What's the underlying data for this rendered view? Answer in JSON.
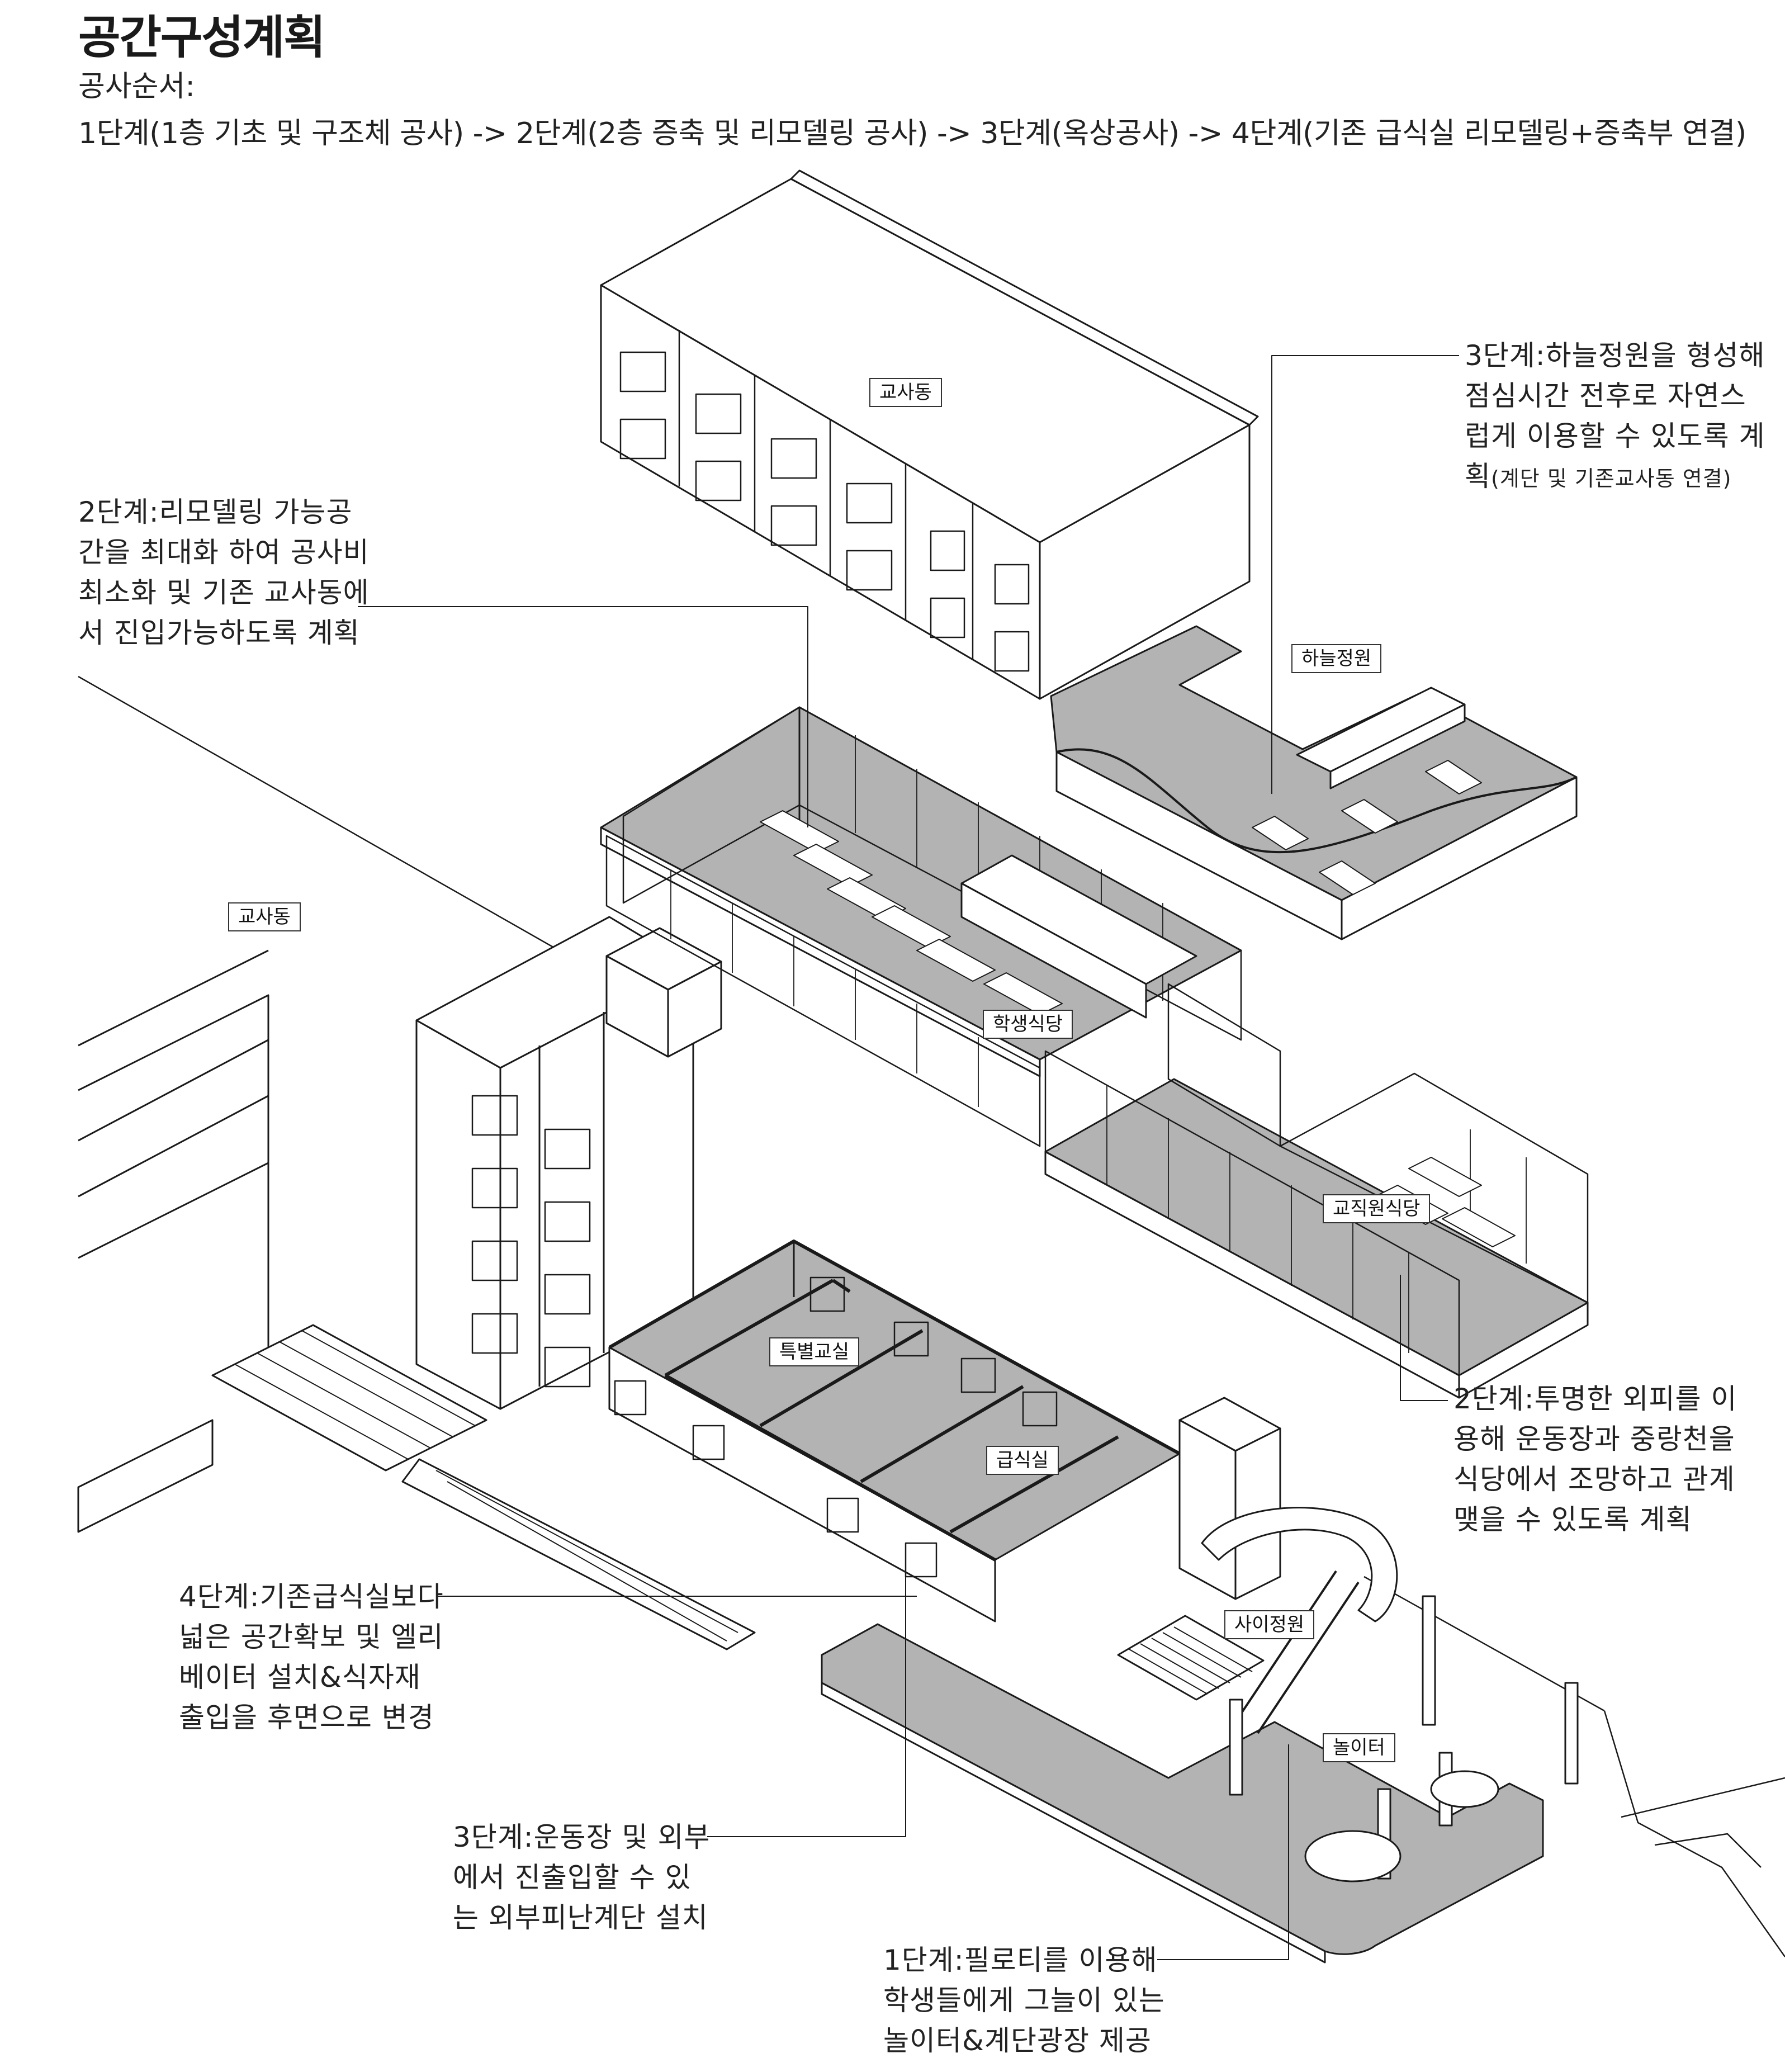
{
  "title": "공간구성계획",
  "subtitle": "공사순서:",
  "sequence": "1단계(1층 기초 및 구조체 공사) -> 2단계(2층 증축 및 리모델링 공사) -> 3단계(옥상공사) -> 4단계(기존 급식실 리모델링+증축부 연결)",
  "labels": {
    "school_building_top": "교사동",
    "school_building_left": "교사동",
    "sky_garden": "하늘정원",
    "student_cafeteria": "학생식당",
    "staff_cafeteria": "교직원식당",
    "special_classroom": "특별교실",
    "kitchen": "급식실",
    "between_garden": "사이정원",
    "playground": "놀이터"
  },
  "notes": {
    "stage3_sky": {
      "lines": [
        "3단계:하늘정원을 형성해",
        "점심시간 전후로 자연스",
        "럽게 이용할 수 있도록 계"
      ],
      "last_main": "획",
      "last_small": "(계단 및 기존교사동 연결)"
    },
    "stage2_remodel": {
      "lines": [
        "2단계:리모델링 가능공",
        "간을 최대화 하여 공사비",
        "최소화 및 기존 교사동에",
        "서 진입가능하도록 계획"
      ]
    },
    "stage2_skin": {
      "lines": [
        "2단계:투명한 외피를 이",
        "용해 운동장과 중랑천을",
        "식당에서 조망하고 관계",
        "맺을 수 있도록 계획"
      ]
    },
    "stage4": {
      "lines": [
        "4단계:기존급식실보다",
        "넓은 공간확보 및 엘리",
        "베이터 설치&식자재",
        "출입을 후면으로 변경"
      ]
    },
    "stage3_stair": {
      "lines": [
        "3단계:운동장 및 외부",
        "에서 진출입할 수 있",
        "는 외부피난계단 설치"
      ]
    },
    "stage1": {
      "lines": [
        "1단계:필로티를 이용해",
        "학생들에게 그늘이 있는",
        "놀이터&계단광장 제공"
      ]
    }
  },
  "colors": {
    "line": "#1a1a1a",
    "floor_fill": "#b3b3b3",
    "wall_fill": "#ffffff"
  }
}
